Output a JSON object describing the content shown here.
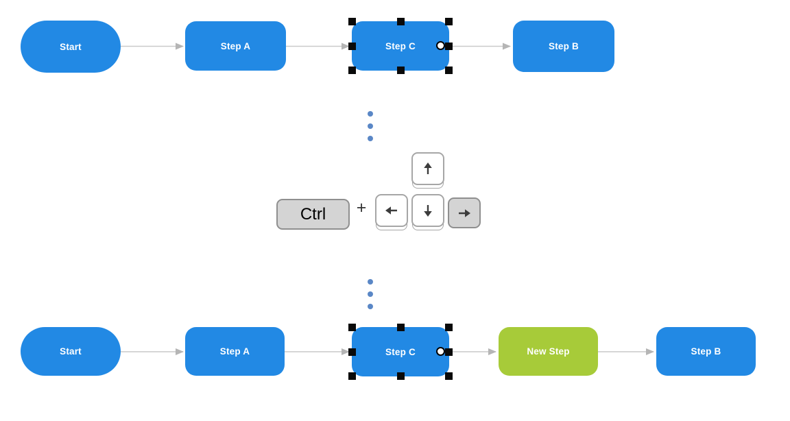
{
  "illustration": "keyboard-shortcut-insert-new-step",
  "colors": {
    "node_blue": "#2289e4",
    "node_green": "#a7cb39",
    "node_text": "#ffffff",
    "connector": "#c9c9c9",
    "connector_head": "#b5b5b5",
    "dots": "#5a87c6",
    "key_bg": "#ffffff",
    "key_pressed_bg": "#d4d4d4",
    "key_border": "#a6a6a6",
    "handle": "#0a0a0a"
  },
  "flow_before": {
    "nodes": [
      {
        "label": "Start",
        "shape": "terminator",
        "state": "normal"
      },
      {
        "label": "Step A",
        "shape": "process",
        "state": "normal"
      },
      {
        "label": "Step C",
        "shape": "process",
        "state": "selected"
      },
      {
        "label": "Step B",
        "shape": "process",
        "state": "normal"
      }
    ]
  },
  "shortcut": {
    "modifier_label": "Ctrl",
    "plus_label": "+",
    "keys": [
      {
        "icon": "up-arrow-key-icon",
        "pressed": false
      },
      {
        "icon": "left-arrow-key-icon",
        "pressed": false
      },
      {
        "icon": "down-arrow-key-icon",
        "pressed": false
      },
      {
        "icon": "right-arrow-key-icon",
        "pressed": true
      }
    ]
  },
  "flow_after": {
    "nodes": [
      {
        "label": "Start",
        "shape": "terminator",
        "state": "normal"
      },
      {
        "label": "Step A",
        "shape": "process",
        "state": "normal"
      },
      {
        "label": "Step C",
        "shape": "process",
        "state": "selected"
      },
      {
        "label": "New Step",
        "shape": "process",
        "state": "new"
      },
      {
        "label": "Step B",
        "shape": "process",
        "state": "normal"
      }
    ]
  }
}
